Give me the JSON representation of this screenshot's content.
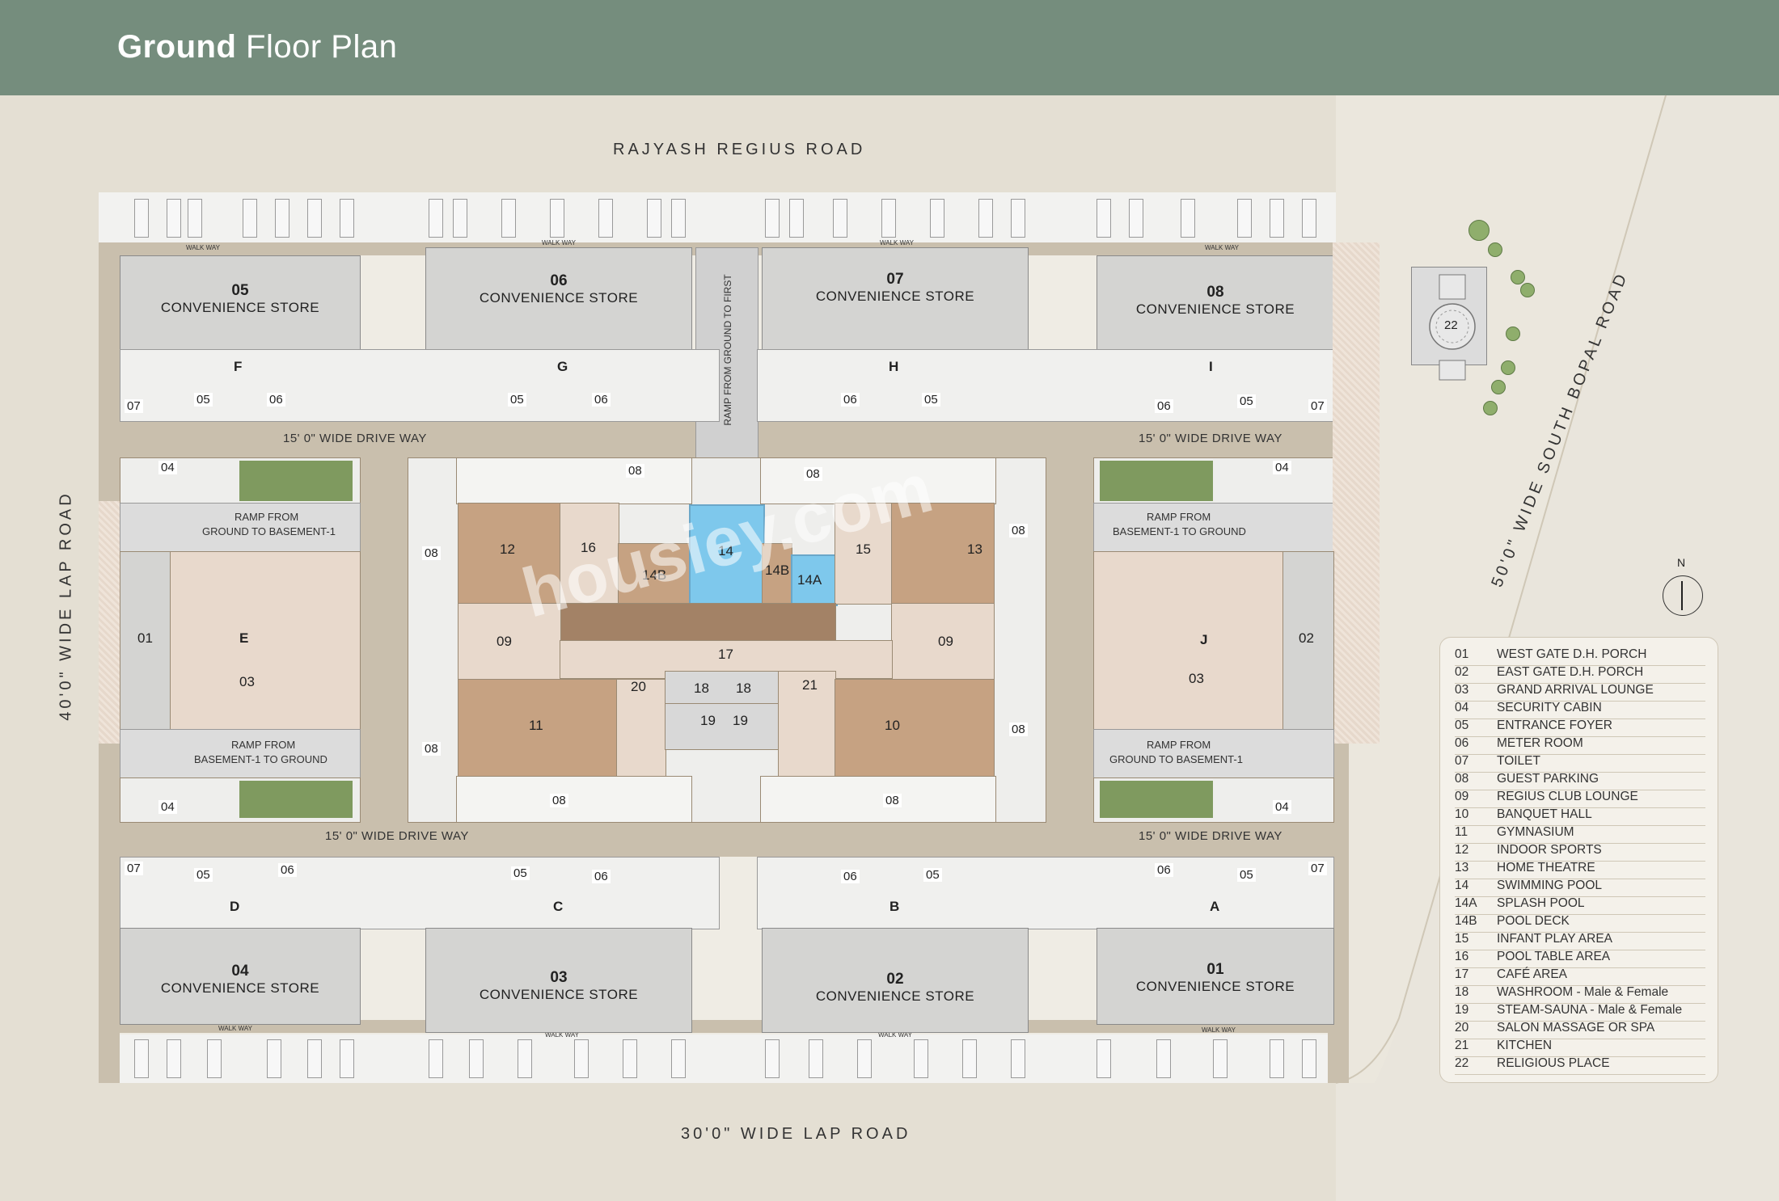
{
  "title": {
    "bold": "Ground",
    "light": "Floor Plan"
  },
  "roads": {
    "north": "RAJYASH REGIUS ROAD",
    "south": "30'0\" WIDE LAP ROAD",
    "west": "40'0\" WIDE LAP ROAD",
    "east": "50'0\" WIDE SOUTH BOPAL ROAD"
  },
  "drive_way": "15' 0\" WIDE DRIVE WAY",
  "walk_way": "WALK WAY",
  "ramps": {
    "first": "RAMP FROM GROUND TO FIRST",
    "to_basement_line1": "RAMP FROM",
    "to_basement_line2": "GROUND TO BASEMENT-1",
    "from_basement_line1": "RAMP FROM",
    "from_basement_line2": "BASEMENT-1 TO GROUND"
  },
  "stores": [
    {
      "num": "05",
      "name": "CONVENIENCE STORE",
      "core": "F"
    },
    {
      "num": "06",
      "name": "CONVENIENCE STORE",
      "core": "G"
    },
    {
      "num": "07",
      "name": "CONVENIENCE STORE",
      "core": "H"
    },
    {
      "num": "08",
      "name": "CONVENIENCE STORE",
      "core": "I"
    },
    {
      "num": "04",
      "name": "CONVENIENCE STORE",
      "core": "D"
    },
    {
      "num": "03",
      "name": "CONVENIENCE STORE",
      "core": "C"
    },
    {
      "num": "02",
      "name": "CONVENIENCE STORE",
      "core": "B"
    },
    {
      "num": "01",
      "name": "CONVENIENCE STORE",
      "core": "A"
    }
  ],
  "cores": {
    "west": "E",
    "east": "J"
  },
  "zone_labels": {
    "z01": "01",
    "z02": "02",
    "z03": "03",
    "z04": "04",
    "z05": "05",
    "z06": "06",
    "z07": "07",
    "z08": "08",
    "z09": "09",
    "z10": "10",
    "z11": "11",
    "z12": "12",
    "z13": "13",
    "z14": "14",
    "z14a": "14A",
    "z14b": "14B",
    "z15": "15",
    "z16": "16",
    "z17": "17",
    "z18": "18",
    "z19": "19",
    "z20": "20",
    "z21": "21",
    "z22": "22"
  },
  "compass": "N",
  "watermark": "housiey.com",
  "legend": [
    {
      "code": "01",
      "label": "WEST GATE D.H. PORCH"
    },
    {
      "code": "02",
      "label": "EAST GATE D.H. PORCH"
    },
    {
      "code": "03",
      "label": "GRAND ARRIVAL LOUNGE"
    },
    {
      "code": "04",
      "label": "SECURITY CABIN"
    },
    {
      "code": "05",
      "label": "ENTRANCE FOYER"
    },
    {
      "code": "06",
      "label": "METER ROOM"
    },
    {
      "code": "07",
      "label": "TOILET"
    },
    {
      "code": "08",
      "label": "GUEST PARKING"
    },
    {
      "code": "09",
      "label": "REGIUS CLUB LOUNGE"
    },
    {
      "code": "10",
      "label": "BANQUET HALL"
    },
    {
      "code": "11",
      "label": "GYMNASIUM"
    },
    {
      "code": "12",
      "label": "INDOOR SPORTS"
    },
    {
      "code": "13",
      "label": "HOME THEATRE"
    },
    {
      "code": "14",
      "label": "SWIMMING POOL"
    },
    {
      "code": "14A",
      "label": "SPLASH POOL"
    },
    {
      "code": "14B",
      "label": "POOL DECK"
    },
    {
      "code": "15",
      "label": "INFANT PLAY AREA"
    },
    {
      "code": "16",
      "label": "POOL TABLE AREA"
    },
    {
      "code": "17",
      "label": "CAFÉ AREA"
    },
    {
      "code": "18",
      "label": "WASHROOM - Male & Female"
    },
    {
      "code": "19",
      "label": "STEAM-SAUNA - Male & Female"
    },
    {
      "code": "20",
      "label": "SALON MASSAGE OR SPA"
    },
    {
      "code": "21",
      "label": "KITCHEN"
    },
    {
      "code": "22",
      "label": "RELIGIOUS PLACE"
    }
  ]
}
